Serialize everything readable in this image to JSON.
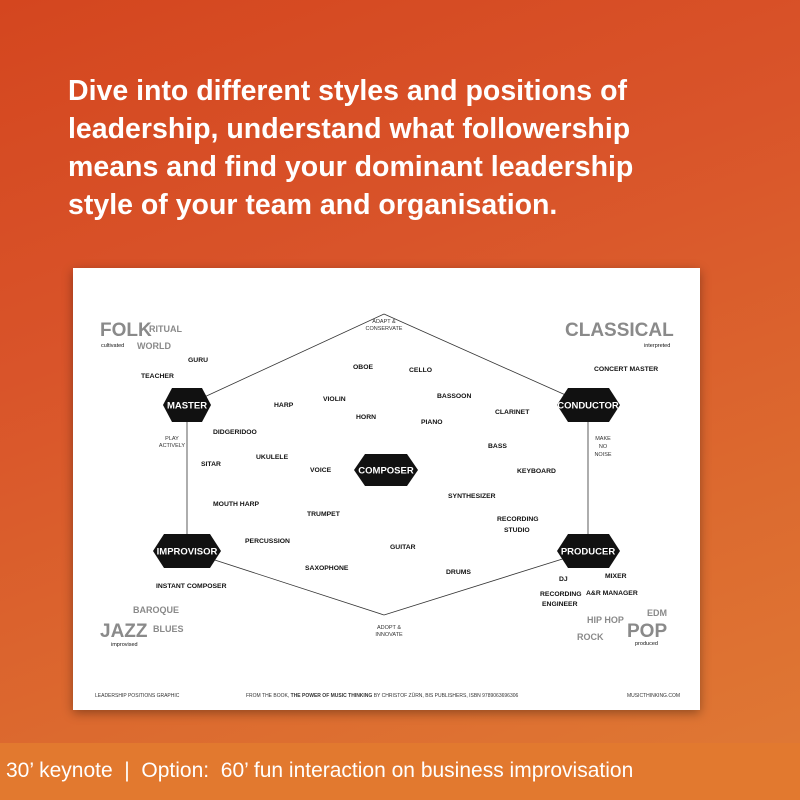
{
  "headline": {
    "lines": [
      "Dive into different styles and positions of",
      "leadership, understand what followership",
      "means and find your dominant leadership",
      "style of your team and organisation."
    ]
  },
  "diagram": {
    "nodes": {
      "master": "MASTER",
      "conductor": "CONDUCTOR",
      "composer": "COMPOSER",
      "improvisor": "IMPROVISOR",
      "producer": "PRODUCER"
    },
    "edge_labels": {
      "top_line1": "ADAPT &",
      "top_line2": "CONSERVATE",
      "left_line1": "PLAY",
      "left_line2": "ACTIVELY",
      "right_line1": "MAKE",
      "right_line2": "NO",
      "right_line3": "NOISE",
      "bottom_line1": "ADOPT &",
      "bottom_line2": "INNOVATE"
    },
    "corners": {
      "folk": "FOLK",
      "folk_sub": "cultivated",
      "classical": "CLASSICAL",
      "classical_sub": "interpreted",
      "jazz": "JAZZ",
      "jazz_sub": "improvised",
      "pop": "POP",
      "pop_sub": "produced"
    },
    "grey_words": {
      "ritual": "RITUAL",
      "world": "WORLD",
      "baroque": "BAROQUE",
      "blues": "BLUES",
      "hiphop": "HIP HOP",
      "rock": "ROCK",
      "edm": "EDM"
    },
    "words": {
      "guru": "GURU",
      "teacher": "TEACHER",
      "oboe": "OBOE",
      "cello": "CELLO",
      "concert_master": "CONCERT MASTER",
      "harp": "HARP",
      "violin": "VIOLIN",
      "bassoon": "BASSOON",
      "horn": "HORN",
      "piano": "PIANO",
      "clarinet": "CLARINET",
      "didgeridoo": "DIDGERIDOO",
      "bass": "BASS",
      "ukulele": "UKULELE",
      "sitar": "SITAR",
      "voice": "VOICE",
      "keyboard": "KEYBOARD",
      "synthesizer": "SYNTHESIZER",
      "mouth_harp": "MOUTH HARP",
      "trumpet": "TRUMPET",
      "recording_studio_1": "RECORDING",
      "recording_studio_2": "STUDIO",
      "percussion": "PERCUSSION",
      "guitar": "GUITAR",
      "saxophone": "SAXOPHONE",
      "drums": "DRUMS",
      "dj": "DJ",
      "mixer": "MIXER",
      "instant_composer": "INSTANT COMPOSER",
      "recording_engineer_1": "RECORDING",
      "recording_engineer_2": "ENGINEER",
      "ar_manager": "A&R MANAGER"
    },
    "footer": {
      "left": "LEADERSHIP POSITIONS GRAPHIC",
      "center_pre": "FROM THE BOOK, ",
      "center_bold": "THE POWER OF MUSIC THINKING",
      "center_post": " BY CHRISTOF ZÜRN, BIS PUBLISHERS, ISBN 9789063696306",
      "right": "MUSICTHINKING.COM"
    }
  },
  "banner": {
    "text": "30’ keynote  |  Option:  60’ fun interaction on business improvisation"
  },
  "colors": {
    "background": "#d9542a",
    "banner": "#e2792f",
    "node_fill": "#111111",
    "grey_text": "#8a8a8a"
  }
}
